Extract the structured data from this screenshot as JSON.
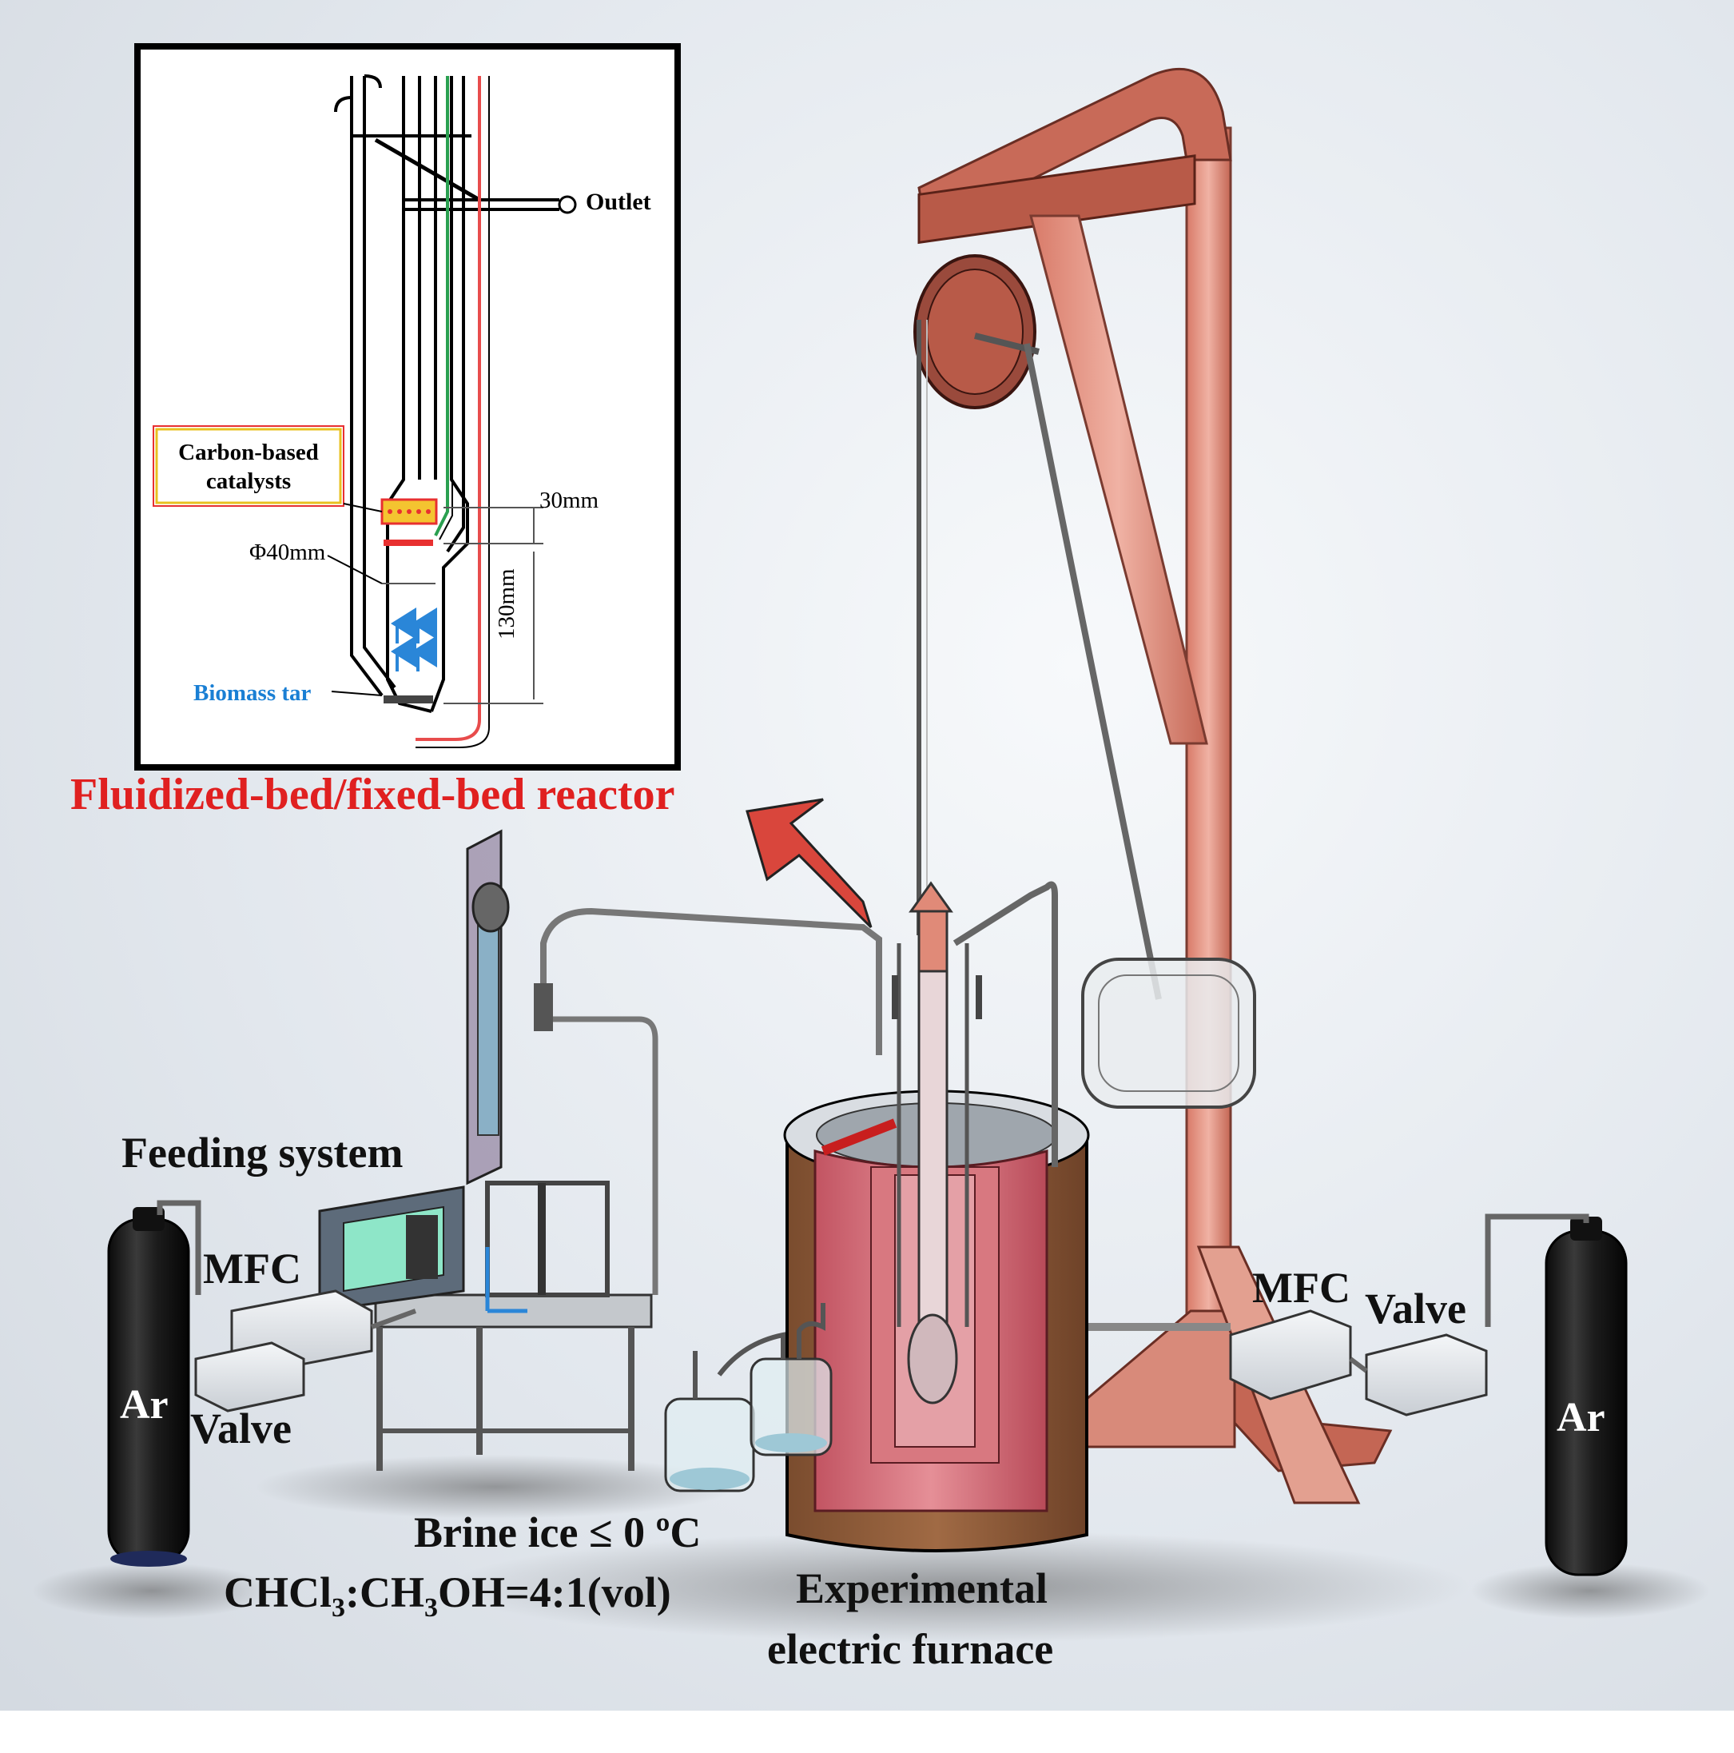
{
  "labels": {
    "inset_outlet": "Outlet",
    "inset_catalyst": "Carbon-based\ncatalysts",
    "inset_30mm": "30mm",
    "inset_phi40": "Φ40mm",
    "inset_130mm": "130mm",
    "inset_biomass": "Biomass tar",
    "reactor_title": "Fluidized-bed/fixed-bed reactor",
    "feeding_system": "Feeding system",
    "mfc_left": "MFC",
    "valve_left": "Valve",
    "ar_left": "Ar",
    "mfc_right": "MFC",
    "valve_right": "Valve",
    "ar_right": "Ar",
    "brine_line1": "Brine ice ≤ 0 ºC",
    "brine_line2_parts": [
      "CHCl",
      "3",
      ":CH",
      "3",
      "OH=4:1(vol)"
    ],
    "furnace_line1": "Experimental",
    "furnace_line2": "electric furnace"
  },
  "colors": {
    "reactor_title": "#e02020",
    "biomass_tar": "#1a7fd4",
    "catalyst_box_border": "#e83030",
    "catalyst_box_inner": "#f4d63a",
    "frame_red": "#e08a78",
    "frame_dark": "#a8574a",
    "furnace_brown": "#8a5a3a",
    "furnace_pink": "#d8707a",
    "cylinder_black": "#1a1a1a",
    "arrow_fill": "#d9463c",
    "green_line": "#2aa050",
    "red_line": "#e84c4c",
    "flow_arrow_blue": "#2a86d8"
  }
}
